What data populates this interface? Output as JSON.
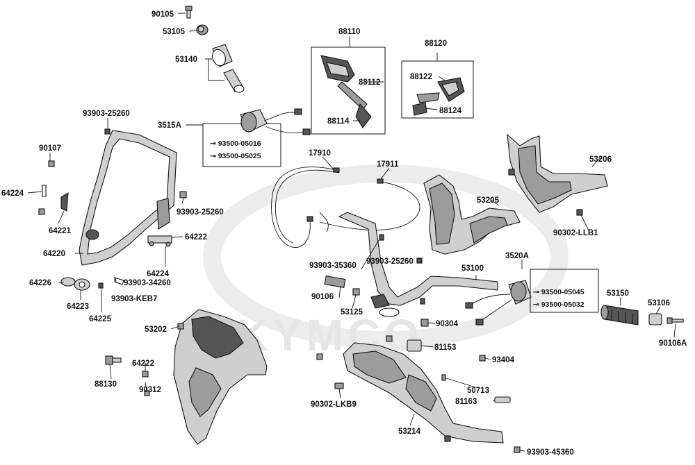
{
  "watermark": "KYMCO",
  "parts": {
    "p90105": "90105",
    "p53105": "53105",
    "p53140": "53140",
    "p88110": "88110",
    "p88112": "88112",
    "p88114": "88114",
    "p88120": "88120",
    "p88122": "88122",
    "p88124": "88124",
    "p93903_25260a": "93903-25260",
    "p3515A": "3515A",
    "p93500_05016": "93500-05016",
    "p93500_05025": "93500-05025",
    "p90107": "90107",
    "p64224a": "64224",
    "p64221": "64221",
    "p93903_25260b": "93903-25260",
    "p64220": "64220",
    "p64222a": "64222",
    "p64224b": "64224",
    "p64226": "64226",
    "p64223": "64223",
    "p64225": "64225",
    "p93903_34260": "93903-34260",
    "p93903_KEB7": "93903-KEB7",
    "p17910": "17910",
    "p17911": "17911",
    "p53206": "53206",
    "p53205": "53205",
    "p90302_LLB1": "90302-LLB1",
    "p93903_35360": "93903-35360",
    "p93903_25260c": "93903-25260",
    "p53100": "53100",
    "p3520A": "3520A",
    "p93500_05045": "93500-05045",
    "p93500_05032": "93500-05032",
    "p53150": "53150",
    "p53106": "53106",
    "p90106A": "90106A",
    "p90106": "90106",
    "p53125": "53125",
    "p90304": "90304",
    "p53202": "53202",
    "p81153": "81153",
    "p93404": "93404",
    "p88130": "88130",
    "p64222b": "64222",
    "p90312": "90312",
    "p50713": "50713",
    "p90302_LKB9": "90302-LKB9",
    "p81163": "81163",
    "p53214": "53214",
    "p93903_45360": "93903-45360"
  }
}
